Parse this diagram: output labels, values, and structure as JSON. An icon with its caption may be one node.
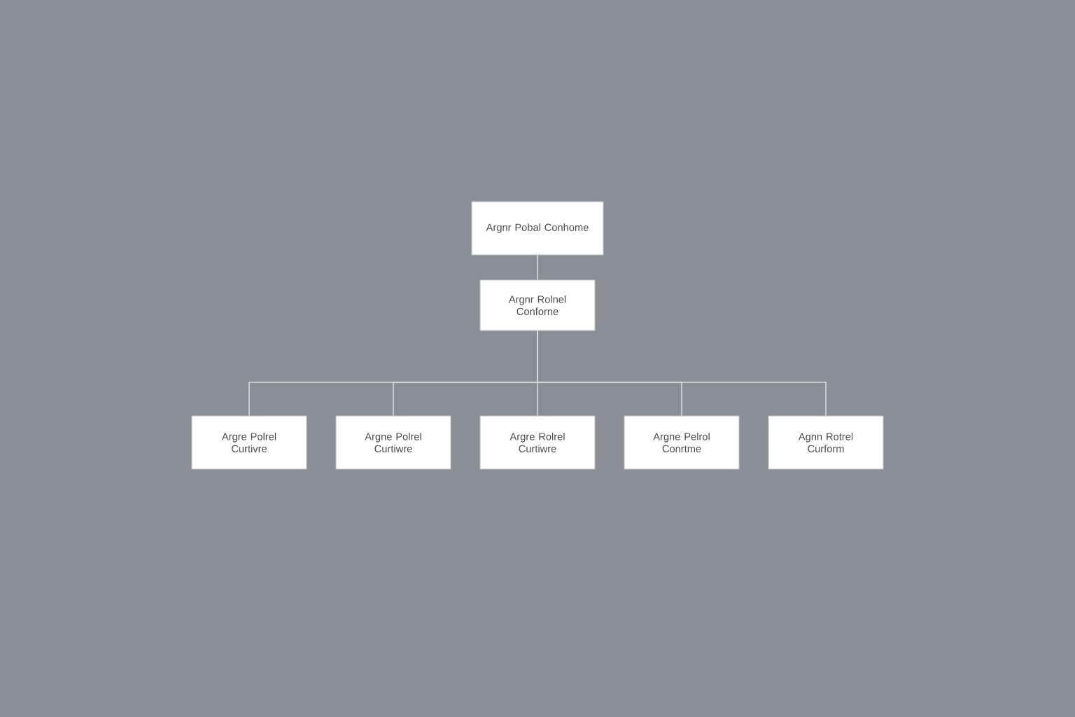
{
  "diagram": {
    "nodes": [
      {
        "text": [
          "Argnr Pobal Conhome"
        ]
      },
      {
        "text": [
          "Argnr Rolnel Conforne"
        ]
      },
      {
        "text": [
          "Argre Polrel Curtivre"
        ]
      },
      {
        "text": [
          "Argne Polrel Curtiwre"
        ]
      },
      {
        "text": [
          "Argre Rolrel Curtiwre"
        ]
      },
      {
        "text": [
          "Argne Pelrol Conrtme"
        ]
      },
      {
        "text": [
          "Agnn Rotrel Curform"
        ]
      }
    ],
    "edges": [
      {
        "from": 0,
        "to": 1,
        "arrow": "none"
      },
      {
        "from": 1,
        "to": 2,
        "arrow": "none"
      },
      {
        "from": 1,
        "to": 3,
        "arrow": "none"
      },
      {
        "from": 1,
        "to": 4,
        "arrow": "none"
      },
      {
        "from": 1,
        "to": 5,
        "arrow": "none"
      },
      {
        "from": 1,
        "to": 6,
        "arrow": "none"
      }
    ]
  }
}
